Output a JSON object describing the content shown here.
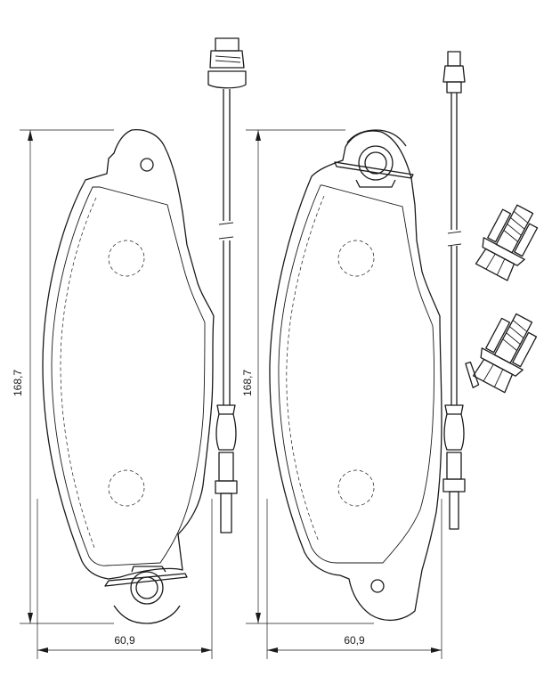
{
  "dimensions": {
    "left_height": "168,7",
    "right_height": "168,7",
    "left_width": "60,9",
    "right_width": "60,9"
  }
}
